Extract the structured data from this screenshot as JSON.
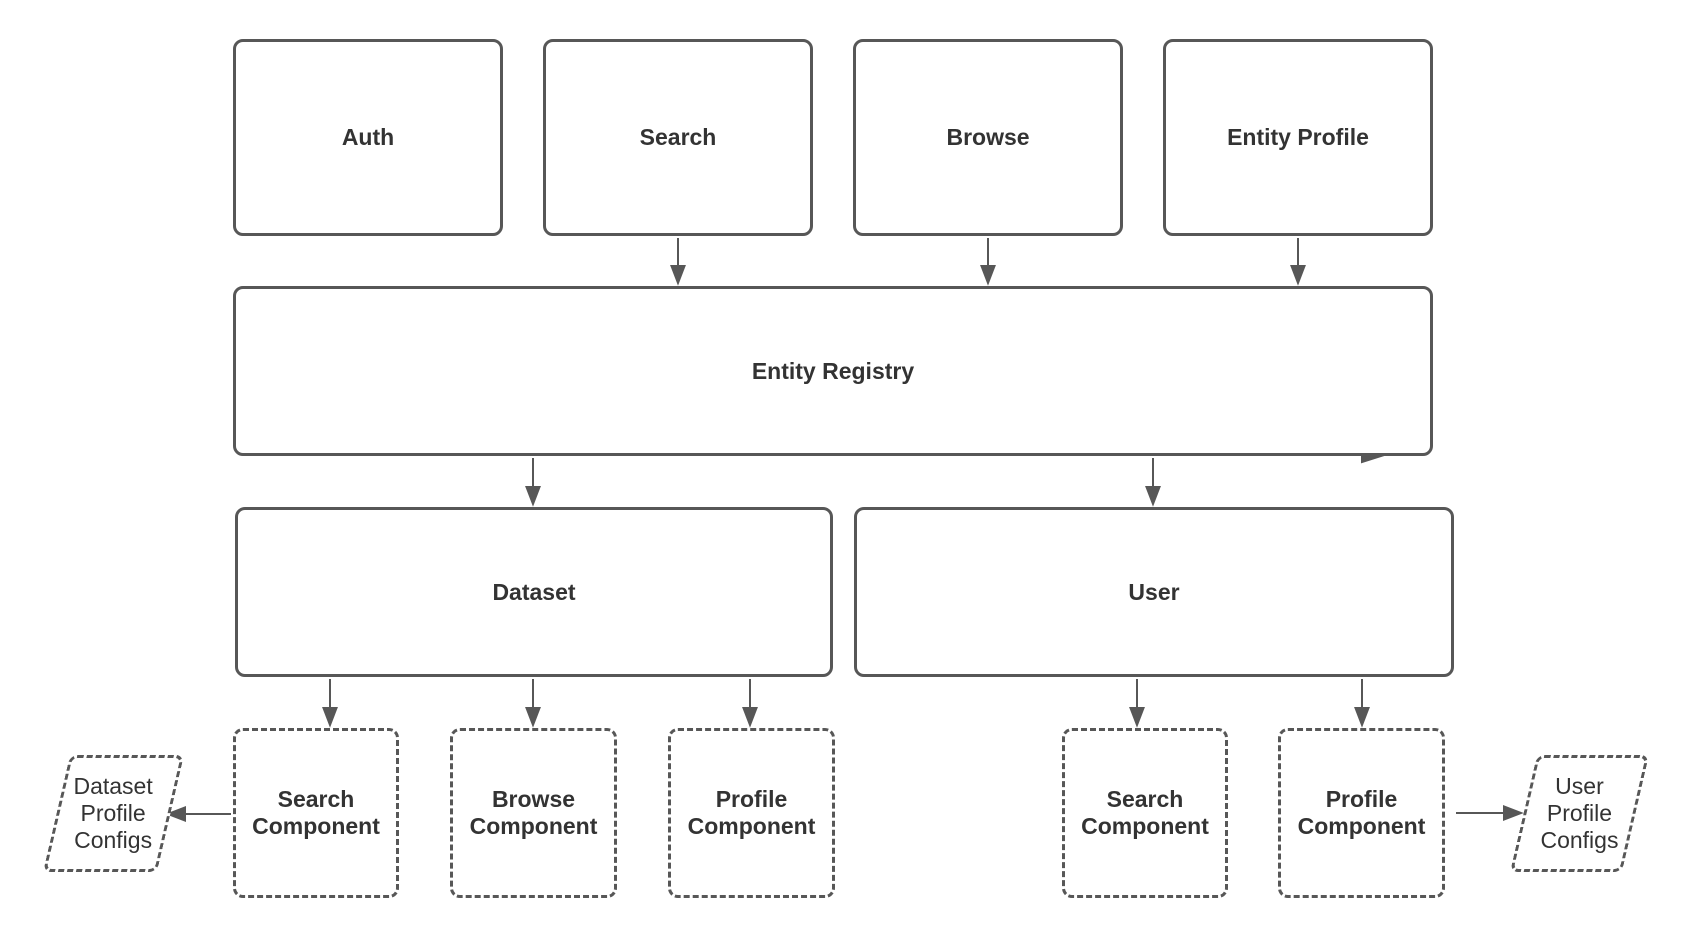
{
  "diagram": {
    "background": "#ffffff",
    "stroke_color": "#575757",
    "text_color": "#333333"
  },
  "nodes": {
    "auth": {
      "label": "Auth",
      "shape": "rounded-rect"
    },
    "search": {
      "label": "Search",
      "shape": "rounded-rect"
    },
    "browse": {
      "label": "Browse",
      "shape": "rounded-rect"
    },
    "entity_profile": {
      "label": "Entity Profile",
      "shape": "rounded-rect"
    },
    "entity_registry": {
      "label": "Entity Registry",
      "shape": "rounded-rect"
    },
    "dataset": {
      "label": "Dataset",
      "shape": "rounded-rect"
    },
    "user": {
      "label": "User",
      "shape": "rounded-rect"
    },
    "dataset_search_component": {
      "label": "Search\nComponent",
      "shape": "dashed-rect"
    },
    "dataset_browse_component": {
      "label": "Browse\nComponent",
      "shape": "dashed-rect"
    },
    "dataset_profile_component": {
      "label": "Profile\nComponent",
      "shape": "dashed-rect"
    },
    "user_search_component": {
      "label": "Search\nComponent",
      "shape": "dashed-rect"
    },
    "user_profile_component": {
      "label": "Profile\nComponent",
      "shape": "dashed-rect"
    },
    "dataset_profile_configs": {
      "label": "Dataset\nProfile\nConfigs",
      "shape": "dashed-parallelogram"
    },
    "user_profile_configs": {
      "label": "User\nProfile\nConfigs",
      "shape": "dashed-parallelogram"
    }
  },
  "edges": [
    {
      "from": "search",
      "to": "entity_registry",
      "direction": "down"
    },
    {
      "from": "browse",
      "to": "entity_registry",
      "direction": "down"
    },
    {
      "from": "entity_profile",
      "to": "entity_registry",
      "direction": "down"
    },
    {
      "from": "entity_registry",
      "to": "dataset",
      "direction": "down"
    },
    {
      "from": "entity_registry",
      "to": "user",
      "direction": "down"
    },
    {
      "from": "entity_registry",
      "to": "bottom-right-edge",
      "direction": "right"
    },
    {
      "from": "dataset",
      "to": "dataset_search_component",
      "direction": "down"
    },
    {
      "from": "dataset",
      "to": "dataset_browse_component",
      "direction": "down"
    },
    {
      "from": "dataset",
      "to": "dataset_profile_component",
      "direction": "down"
    },
    {
      "from": "user",
      "to": "user_search_component",
      "direction": "down"
    },
    {
      "from": "user",
      "to": "user_profile_component",
      "direction": "down"
    },
    {
      "from": "dataset_search_component",
      "to": "dataset_profile_configs",
      "direction": "left"
    },
    {
      "from": "user_profile_component",
      "to": "user_profile_configs",
      "direction": "right"
    }
  ]
}
